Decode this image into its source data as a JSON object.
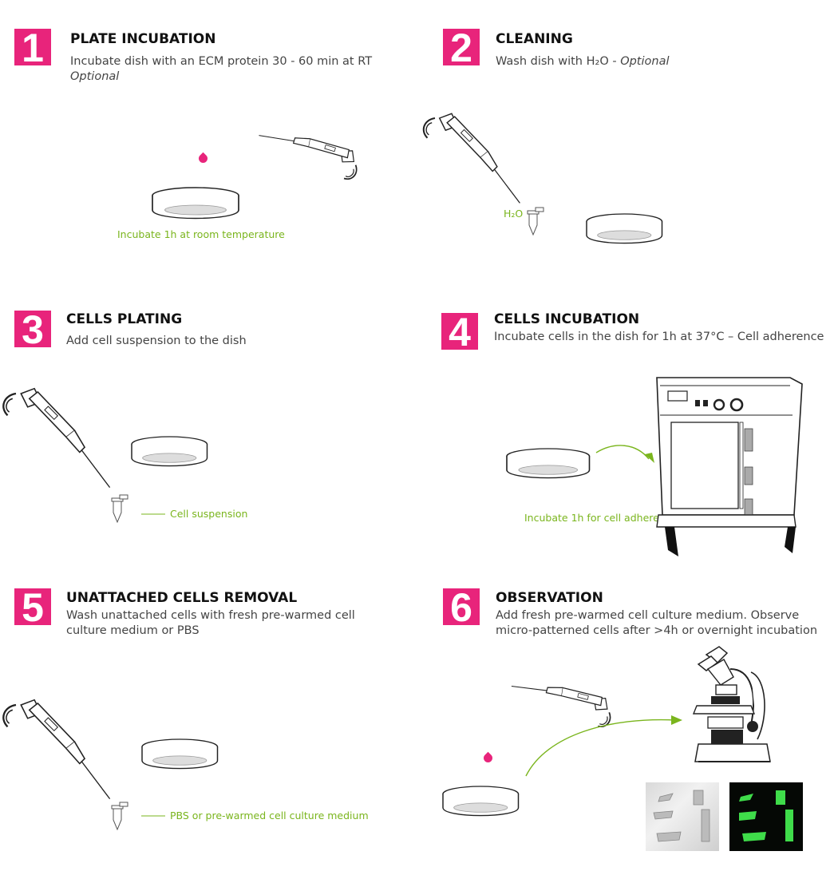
{
  "steps": [
    {
      "number": "1",
      "title": "PLATE INCUBATION",
      "desc": "Incubate dish with an ECM protein 30 - 60 min at RT",
      "desc_italic": "Optional",
      "label": "Incubate 1h at room temperature"
    },
    {
      "number": "2",
      "title": "CLEANING",
      "desc": "Wash dish with H₂O - ",
      "desc_italic": "Optional",
      "label": "H₂O"
    },
    {
      "number": "3",
      "title": "CELLS PLATING",
      "desc": "Add cell suspension to the dish",
      "label": "Cell suspension"
    },
    {
      "number": "4",
      "title": "CELLS INCUBATION",
      "desc": "Incubate cells in the dish for 1h at 37°C – Cell adherence",
      "label": "Incubate 1h for cell adherence"
    },
    {
      "number": "5",
      "title": "UNATTACHED CELLS REMOVAL",
      "desc": "Wash unattached cells with fresh pre-warmed cell culture medium or PBS",
      "label": "PBS or pre-warmed cell culture medium"
    },
    {
      "number": "6",
      "title": "OBSERVATION",
      "desc": "Add fresh pre-warmed cell culture medium. Observe micro-patterned cells after >4h or overnight incubation"
    }
  ],
  "colors": {
    "accent": "#e8247b",
    "label_green": "#7ab51d",
    "line": "#222222"
  },
  "icons": [
    "pipette-icon",
    "petri-dish-icon",
    "tube-icon",
    "incubator-icon",
    "microscope-icon",
    "arrow-icon",
    "drop-icon"
  ]
}
